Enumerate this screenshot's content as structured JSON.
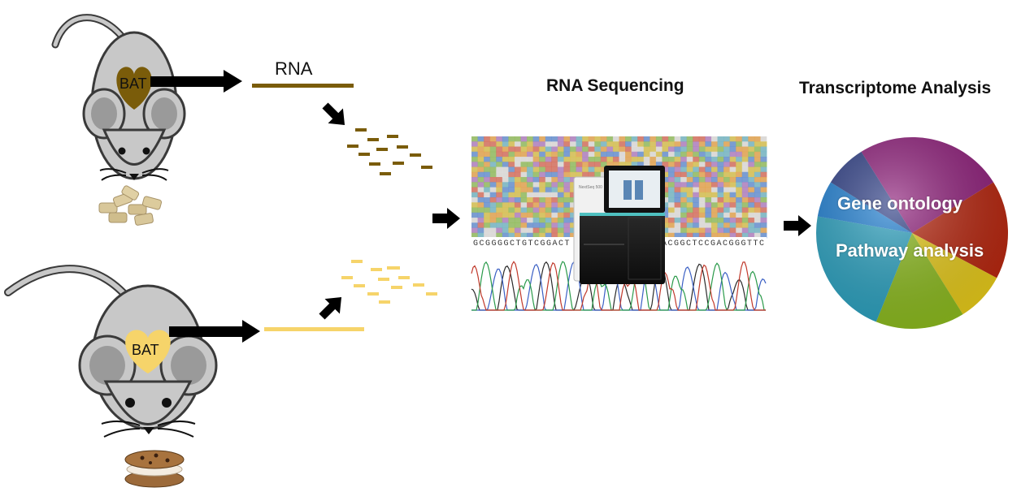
{
  "labels": {
    "rna": "RNA",
    "rna_sequencing": "RNA Sequencing",
    "transcriptome_analysis": "Transcriptome Analysis",
    "gene_ontology": "Gene ontology",
    "pathway_analysis": "Pathway analysis",
    "bat_top": "BAT",
    "bat_bottom": "BAT"
  },
  "colors": {
    "mouse_body": "#c8c8c8",
    "mouse_outline": "#3a3a3a",
    "heart_top": "#7a5c0a",
    "heart_bottom": "#f6d46a",
    "rna_top": "#7a5c0a",
    "rna_bottom": "#f6d46a",
    "arrow": "#000000"
  },
  "pie_slices": [
    {
      "name": "purple",
      "color": "#8e1f7a"
    },
    {
      "name": "red",
      "color": "#b5260f"
    },
    {
      "name": "yellow",
      "color": "#e3c71a"
    },
    {
      "name": "green",
      "color": "#8ab81e"
    },
    {
      "name": "teal",
      "color": "#2a9fbd"
    },
    {
      "name": "blue",
      "color": "#1f7ed0"
    },
    {
      "name": "navy",
      "color": "#2f3f86"
    }
  ],
  "sequence_strip": "GCGGGGCTGTCGGACT",
  "sequence_strip_right": "ACGGCTCCGACGGGTTC"
}
